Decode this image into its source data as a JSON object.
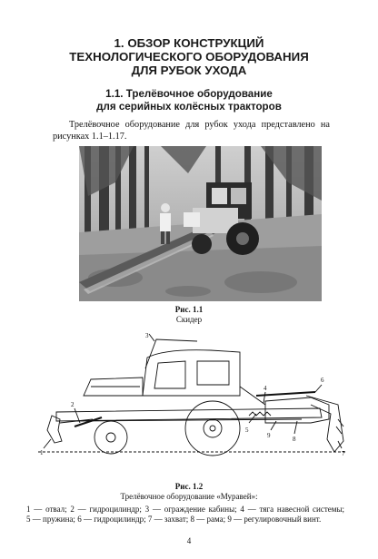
{
  "chapter": {
    "title_line1": "1. ОБЗОР КОНСТРУКЦИЙ",
    "title_line2": "ТЕХНОЛОГИЧЕСКОГО ОБОРУДОВАНИЯ",
    "title_line3": "ДЛЯ РУБОК УХОДА"
  },
  "section": {
    "title_line1": "1.1. Трелёвочное оборудование",
    "title_line2": "для серийных колёсных тракторов"
  },
  "intro_text": "Трелёвочное оборудование для рубок ухода представлено на рисунках 1.1–1.17.",
  "figure1": {
    "number": "Рис. 1.1",
    "caption": "Скидер"
  },
  "figure2": {
    "number": "Рис. 1.2",
    "caption": "Трелёвочное оборудование «Муравей»:",
    "callouts": [
      "1",
      "2",
      "3",
      "4",
      "5",
      "6",
      "7",
      "8",
      "9"
    ],
    "legend": [
      "1 — отвал;",
      "2 — гидроцилиндр;",
      "3 — ограждение кабины;",
      "4 — тяга навесной системы;",
      "5 — пружина;",
      "6 — гидроцилиндр;",
      "7 — захват;",
      "8 — рама;",
      "9 — регулировочный винт."
    ]
  },
  "page_number": "4"
}
